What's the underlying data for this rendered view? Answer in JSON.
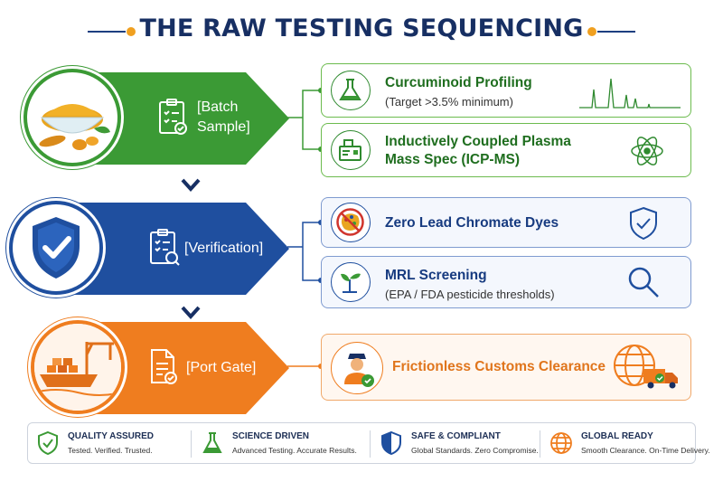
{
  "title": "THE RAW TESTING SEQUENCING",
  "colors": {
    "green": "#3b9a35",
    "blue": "#1f4f9f",
    "orange": "#ef7d1f",
    "navy": "#172f63",
    "gold": "#f0a020"
  },
  "stages": [
    {
      "label_line1": "[Batch",
      "label_line2": "Sample]",
      "icon": "clipboard-check-icon",
      "image": "turmeric-bowl-image"
    },
    {
      "label_line1": "[Verification]",
      "icon": "clipboard-search-icon",
      "image": "shield-check-image"
    },
    {
      "label_line1": "[Port Gate]",
      "icon": "document-check-icon",
      "image": "cargo-port-image"
    }
  ],
  "cards": [
    {
      "title": "Curcuminoid Profiling",
      "subtitle": "(Target >3.5% minimum)",
      "icon": "flask-icon",
      "right_icon": "chromatogram-icon"
    },
    {
      "title_line1": "Inductively Coupled Plasma",
      "title_line2": "Mass Spec (ICP-MS)",
      "icon": "icp-ms-instrument-icon",
      "right_icon": "atom-icon"
    },
    {
      "title": "Zero Lead Chromate Dyes",
      "icon": "no-dye-icon",
      "right_icon": "shield-check-icon"
    },
    {
      "title": "MRL Screening",
      "subtitle": "(EPA / FDA pesticide thresholds)",
      "icon": "seedling-icon",
      "right_icon": "magnifier-icon"
    },
    {
      "title": "Frictionless Customs Clearance",
      "icon": "customs-officer-icon",
      "right_icon": "globe-truck-icon"
    }
  ],
  "footer": [
    {
      "heading": "QUALITY ASSURED",
      "sub": "Tested. Verified. Trusted.",
      "icon": "shield-check-icon"
    },
    {
      "heading": "SCIENCE DRIVEN",
      "sub": "Advanced Testing. Accurate Results.",
      "icon": "flask-icon"
    },
    {
      "heading": "SAFE & COMPLIANT",
      "sub": "Global Standards. Zero Compromise.",
      "icon": "shield-icon"
    },
    {
      "heading": "GLOBAL READY",
      "sub": "Smooth Clearance. On-Time Delivery.",
      "icon": "globe-icon"
    }
  ]
}
